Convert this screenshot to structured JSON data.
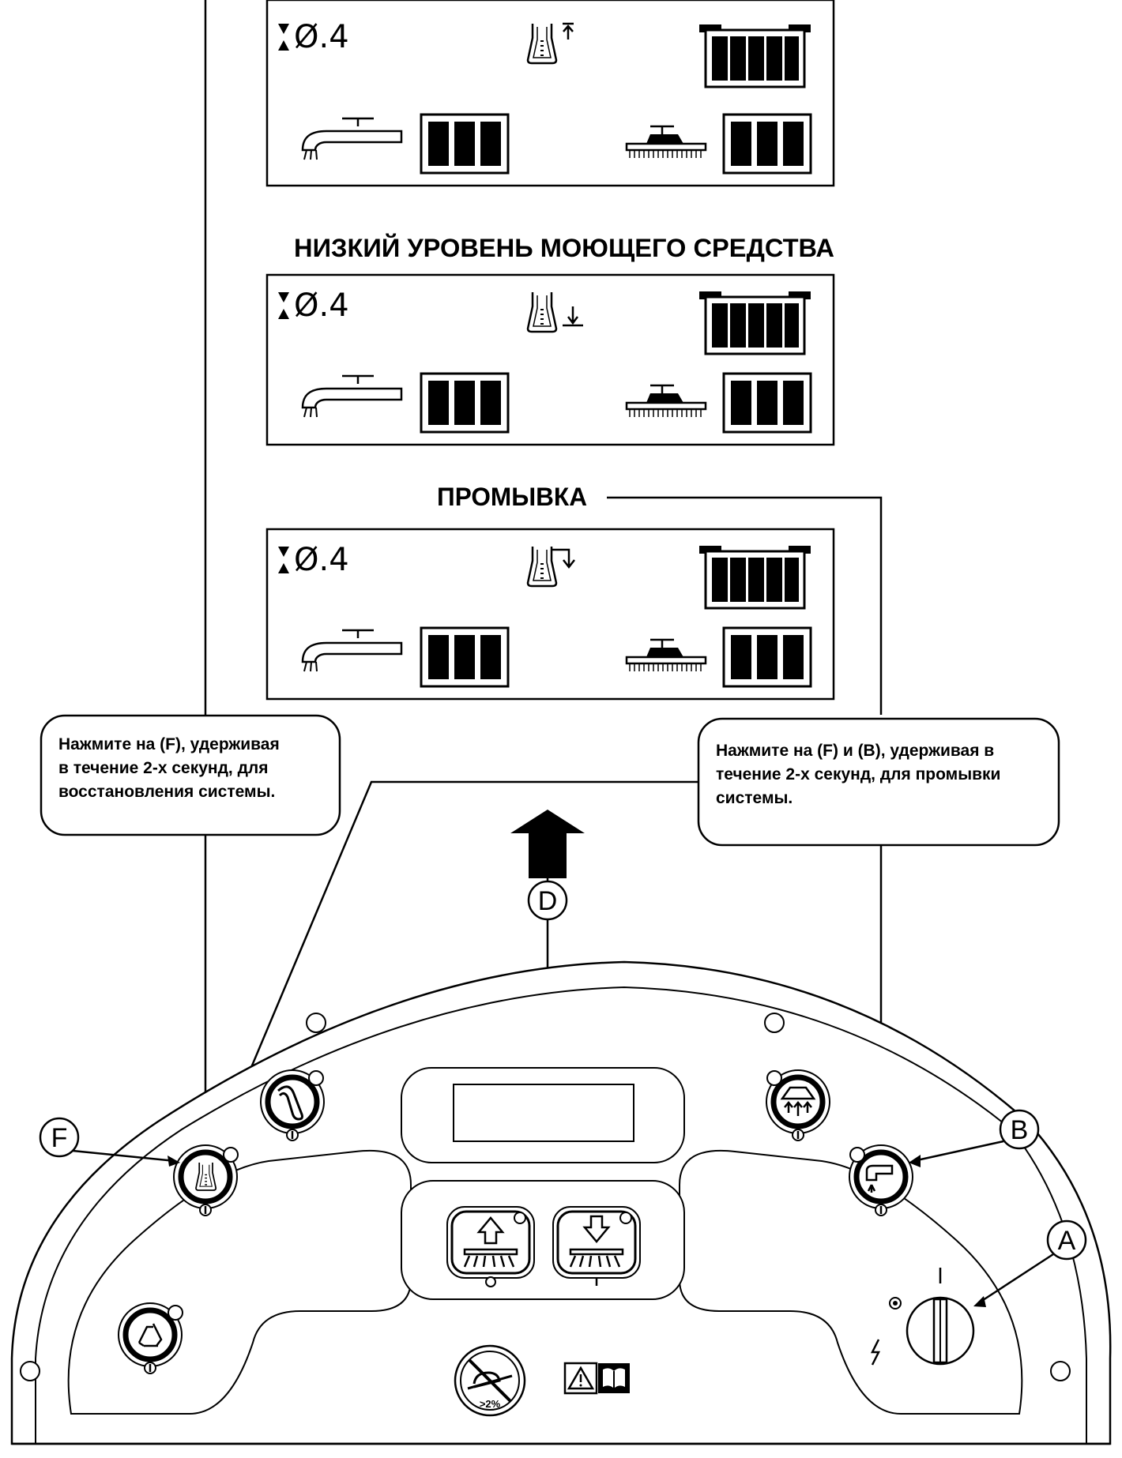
{
  "screens": [
    {
      "reading": "Ø.4",
      "tank_state": "full"
    },
    {
      "reading": "Ø.4",
      "tank_state": "low"
    },
    {
      "reading": "Ø.4",
      "tank_state": "purge"
    }
  ],
  "headings": {
    "low_detergent": "НИЗКИЙ УРОВЕНЬ МОЮЩЕГО СРЕДСТВА",
    "purge": "ПРОМЫВКА"
  },
  "callouts": {
    "left": [
      "Нажмите на (F), удерживая",
      "в течение 2-х секунд, для",
      "восстановления системы."
    ],
    "right": [
      "Нажмите на (F) и (B),  удерживая в",
      "течение 2-х секунд, для промывки",
      "системы."
    ]
  },
  "labels": {
    "d": "D",
    "f": "F",
    "b": "B",
    "a": "A"
  },
  "note": ">2%",
  "icons": [
    "hourglass-icon",
    "flask-icon",
    "battery-icon",
    "squeegee-icon",
    "brush-deck-icon",
    "recycle-icon",
    "wand-icon",
    "flask-icon",
    "spray-icon",
    "faucet-icon",
    "brush-up-icon",
    "brush-down-icon",
    "key-switch-icon",
    "no-incline-icon",
    "warning-icon",
    "manual-icon"
  ]
}
